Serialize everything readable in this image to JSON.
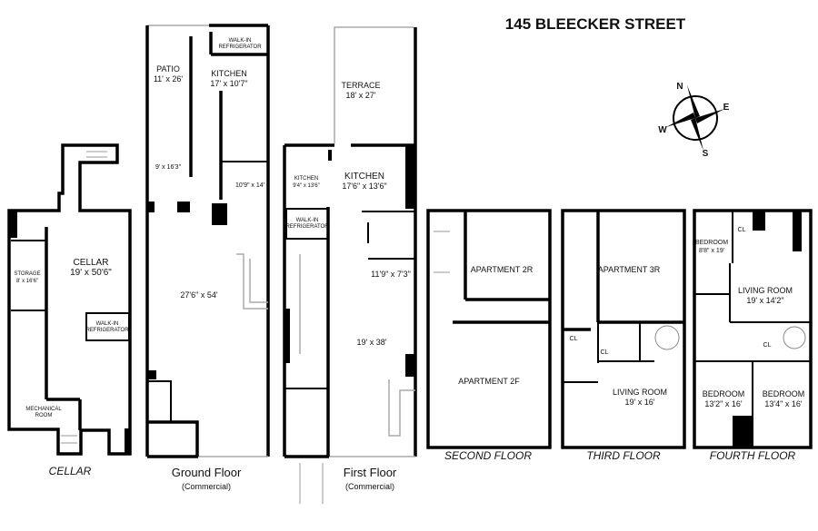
{
  "title": "145 BLEECKER STREET",
  "compass": {
    "n": "N",
    "s": "S",
    "e": "E",
    "w": "W"
  },
  "floors": {
    "cellar": {
      "label": "CELLAR",
      "rooms": {
        "cellar_name": "CELLAR",
        "cellar_dim": "19' x 50'6\"",
        "storage_name": "STORAGE",
        "storage_dim": "8' x 16'6\"",
        "walkin_1": "WALK-IN",
        "walkin_2": "REFRIGERATOR",
        "mech_1": "MECHANICAL",
        "mech_2": "ROOM"
      }
    },
    "ground": {
      "label": "Ground Floor",
      "sublabel": "(Commercial)",
      "rooms": {
        "patio_name": "PATIO",
        "patio_dim": "11' x 26'",
        "kitchen_name": "KITCHEN",
        "kitchen_dim": "17' x 10'7\"",
        "walkin_1": "WALK-IN",
        "walkin_2": "REFRIGERATOR",
        "room_a": "9' x 16'3\"",
        "room_b": "10'9\" x 14'",
        "main": "27'6\" x 54'"
      }
    },
    "first": {
      "label": "First Floor",
      "sublabel": "(Commercial)",
      "rooms": {
        "terrace_name": "TERRACE",
        "terrace_dim": "18' x 27'",
        "kitchen_small_name": "KITCHEN",
        "kitchen_small_dim": "9'4\" x 13'6\"",
        "kitchen_name": "KITCHEN",
        "kitchen_dim": "17'6\" x 13'6\"",
        "walkin_1": "WALK-IN",
        "walkin_2": "REFRIGERATOR",
        "room_a": "11'9\" x 7'3\"",
        "main": "19' x 38'"
      }
    },
    "second": {
      "label": "SECOND FLOOR",
      "rooms": {
        "rear": "APARTMENT 2R",
        "front": "APARTMENT 2F"
      }
    },
    "third": {
      "label": "THIRD FLOOR",
      "rooms": {
        "rear": "APARTMENT 3R",
        "cl1": "CL",
        "cl2": "CL",
        "living_name": "LIVING ROOM",
        "living_dim": "19' x 16'"
      }
    },
    "fourth": {
      "label": "FOURTH FLOOR",
      "rooms": {
        "bed1_name": "BEDROOM",
        "bed1_dim": "8'8\" x 19'",
        "cl1": "CL",
        "cl2": "CL",
        "living_name": "LIVING ROOM",
        "living_dim": "19' x 14'2\"",
        "bed2_name": "BEDROOM",
        "bed2_dim": "13'2\" x 16'",
        "bed3_name": "BEDROOM",
        "bed3_dim": "13'4\" x 16'"
      }
    }
  }
}
